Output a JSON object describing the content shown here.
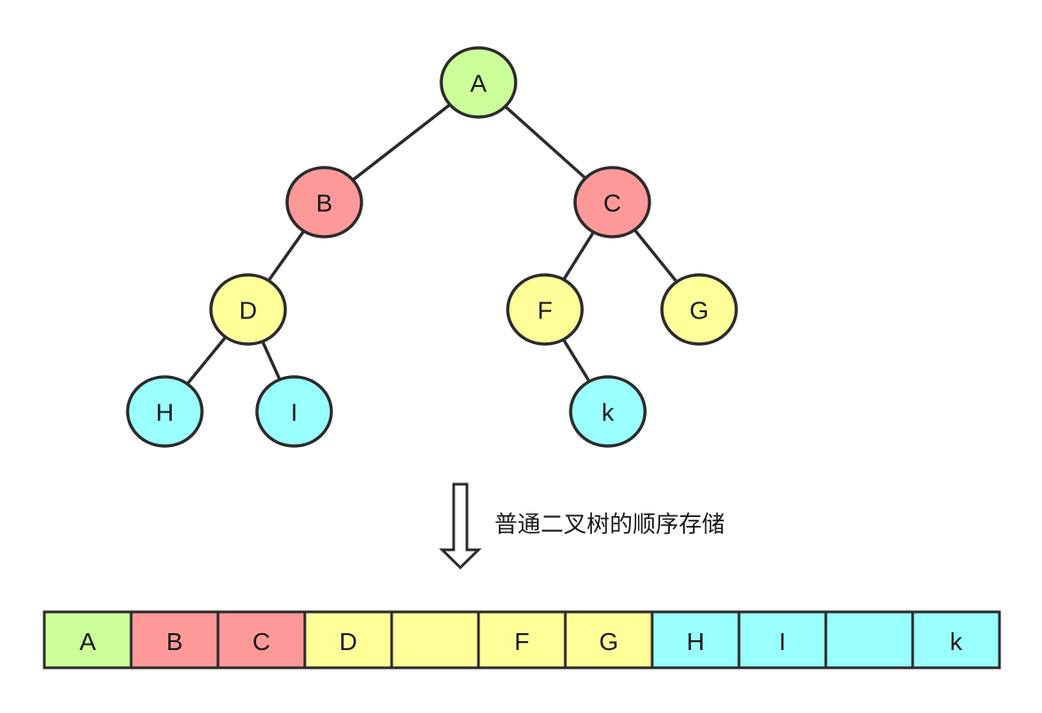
{
  "colors": {
    "level0": "#ccff99",
    "level1": "#ff9999",
    "level2": "#ffff99",
    "level3": "#99ffff",
    "empty": "#ffff99",
    "stroke": "#2b2b2b"
  },
  "tree": {
    "nodes": [
      {
        "id": "A",
        "label": "A",
        "level": 0
      },
      {
        "id": "B",
        "label": "B",
        "level": 1
      },
      {
        "id": "C",
        "label": "C",
        "level": 1
      },
      {
        "id": "D",
        "label": "D",
        "level": 2
      },
      {
        "id": "F",
        "label": "F",
        "level": 2
      },
      {
        "id": "G",
        "label": "G",
        "level": 2
      },
      {
        "id": "H",
        "label": "H",
        "level": 3
      },
      {
        "id": "I",
        "label": "I",
        "level": 3
      },
      {
        "id": "k",
        "label": "k",
        "level": 3
      }
    ],
    "edges": [
      [
        "A",
        "B"
      ],
      [
        "A",
        "C"
      ],
      [
        "B",
        "D"
      ],
      [
        "C",
        "F"
      ],
      [
        "C",
        "G"
      ],
      [
        "D",
        "H"
      ],
      [
        "D",
        "I"
      ],
      [
        "F",
        "k"
      ]
    ]
  },
  "caption": "普通二叉树的顺序存储",
  "array": {
    "cells": [
      {
        "label": "A",
        "color": "level0"
      },
      {
        "label": "B",
        "color": "level1"
      },
      {
        "label": "C",
        "color": "level1"
      },
      {
        "label": "D",
        "color": "level2"
      },
      {
        "label": "",
        "color": "empty"
      },
      {
        "label": "F",
        "color": "level2"
      },
      {
        "label": "G",
        "color": "level2"
      },
      {
        "label": "H",
        "color": "level3"
      },
      {
        "label": "I",
        "color": "level3"
      },
      {
        "label": "",
        "color": "level3"
      },
      {
        "label": "k",
        "color": "level3"
      }
    ]
  }
}
